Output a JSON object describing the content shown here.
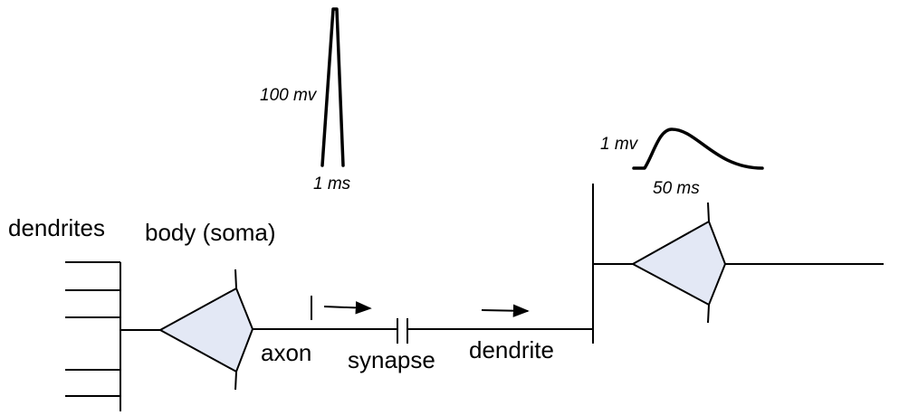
{
  "labels": {
    "dendrites": "dendrites",
    "body": "body (soma)",
    "axon": "axon",
    "synapse": "synapse",
    "dendrite": "dendrite",
    "spike_amplitude": "100 mv",
    "spike_duration": "1 ms",
    "psp_amplitude": "1 mv",
    "psp_duration": "50 ms"
  },
  "colors": {
    "soma_fill": "#e3e8f5",
    "line": "#000000",
    "background": "#ffffff"
  }
}
